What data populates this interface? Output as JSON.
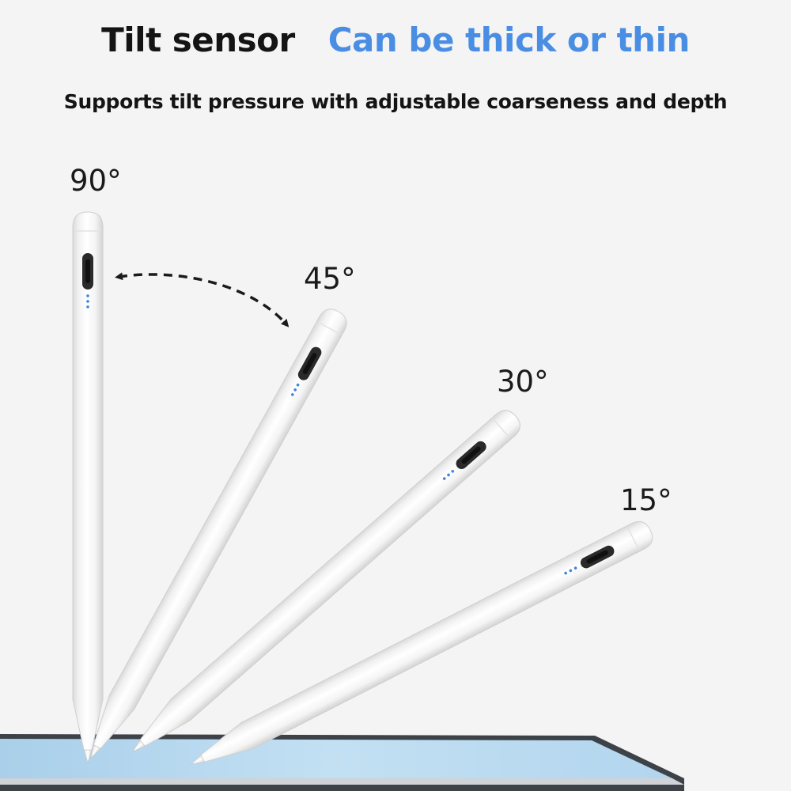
{
  "heading": {
    "primary": "Tilt sensor",
    "secondary": "Can be thick or thin",
    "accent_color": "#4a8ee4"
  },
  "subheading": "Supports tilt pressure with adjustable coarseness and depth",
  "tilt_angles": [
    {
      "label": "90°",
      "degrees": 90
    },
    {
      "label": "45°",
      "degrees": 45
    },
    {
      "label": "30°",
      "degrees": 30
    },
    {
      "label": "15°",
      "degrees": 15
    }
  ],
  "icons": [
    "curved-double-arrow-icon",
    "charging-port-icon",
    "indicator-dots-icon"
  ],
  "colors": {
    "background": "#f4f4f4",
    "pencil_body": "#fbfbfb",
    "indicator_dots": "#3b86e0",
    "tablet_screen": "#b9d9ef",
    "tablet_frame": "#3d4148"
  }
}
